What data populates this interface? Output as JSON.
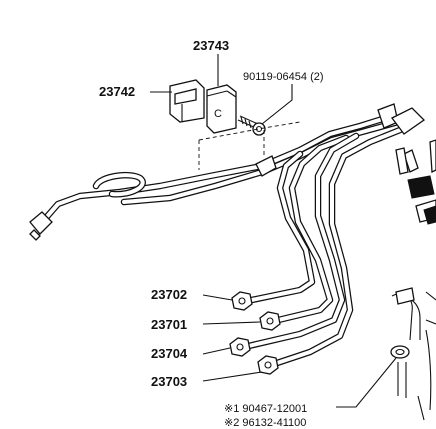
{
  "parts": {
    "p23743": "23743",
    "p23742": "23742",
    "bolt": "90119-06454 (2)",
    "p23702": "23702",
    "p23701": "23701",
    "p23704": "23704",
    "p23703": "23703",
    "note1": "※1 90467-12001",
    "note2": "※2 96132-41100"
  },
  "clamp_mark": "C"
}
